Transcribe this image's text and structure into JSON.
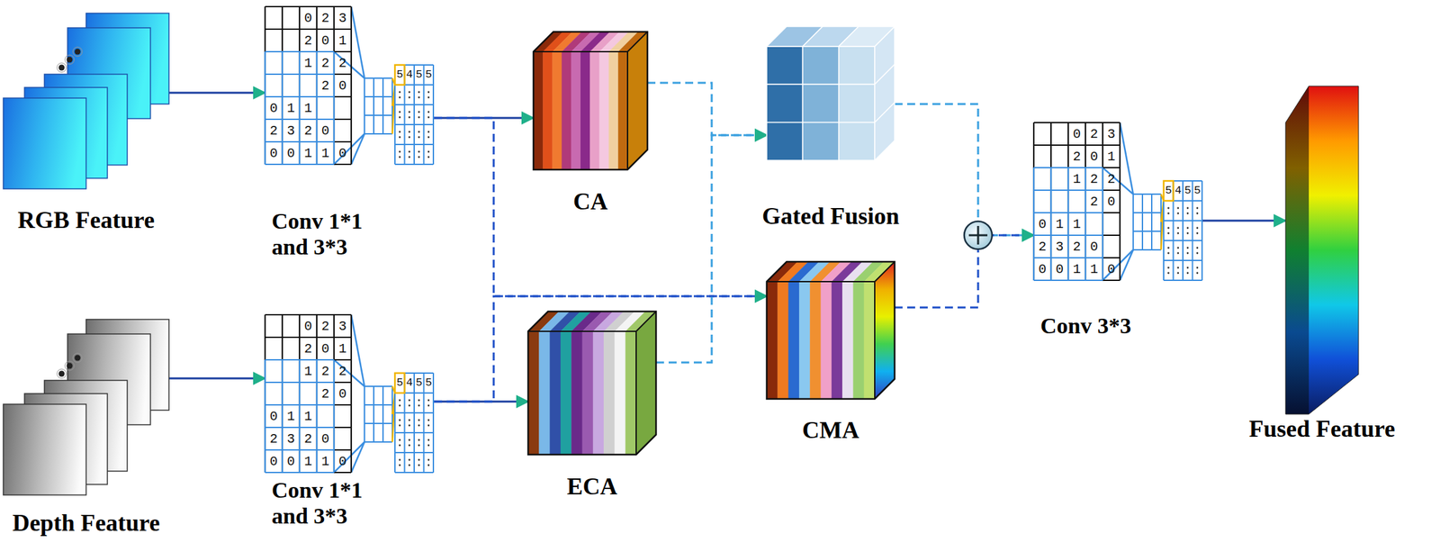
{
  "diagram": {
    "nodes": [
      {
        "text": [
          "RGB Feature"
        ]
      },
      {
        "text": [
          "Depth Feature"
        ]
      },
      {
        "text": [
          "Conv 1*1 and 3*3"
        ]
      },
      {
        "text": [
          "Conv 1*1 and 3*3"
        ]
      },
      {
        "text": [
          "CA"
        ]
      },
      {
        "text": [
          "ECA"
        ]
      },
      {
        "text": [
          "Gated Fusion"
        ]
      },
      {
        "text": [
          "CMA"
        ]
      },
      {
        "text": [
          "Conv 3*3"
        ]
      },
      {
        "text": [
          "Fused Feature"
        ]
      }
    ],
    "edges": [
      {
        "from": 0,
        "to": 2,
        "arrow": "to"
      },
      {
        "from": 1,
        "to": 3,
        "arrow": "to"
      },
      {
        "from": 2,
        "to": 4,
        "arrow": "to"
      },
      {
        "from": 3,
        "to": 5,
        "arrow": "to"
      },
      {
        "from": 2,
        "to": 7,
        "arrow": "to"
      },
      {
        "from": 3,
        "to": 7,
        "arrow": "to"
      },
      {
        "from": 4,
        "to": 6,
        "arrow": "to"
      },
      {
        "from": 5,
        "to": 6,
        "arrow": "to"
      },
      {
        "from": 6,
        "to": 8,
        "arrow": "to"
      },
      {
        "from": 7,
        "to": 8,
        "arrow": "to"
      },
      {
        "from": 8,
        "to": 9,
        "arrow": "to"
      }
    ],
    "labels": [
      "023",
      "201",
      "122",
      "20",
      "011",
      "2320",
      "00110",
      "5455",
      "023",
      "201",
      "122",
      "20",
      "011",
      "2320",
      "00110",
      "5455",
      "023",
      "201",
      "122",
      "20",
      "011",
      "2320",
      "00110",
      "5455"
    ]
  }
}
